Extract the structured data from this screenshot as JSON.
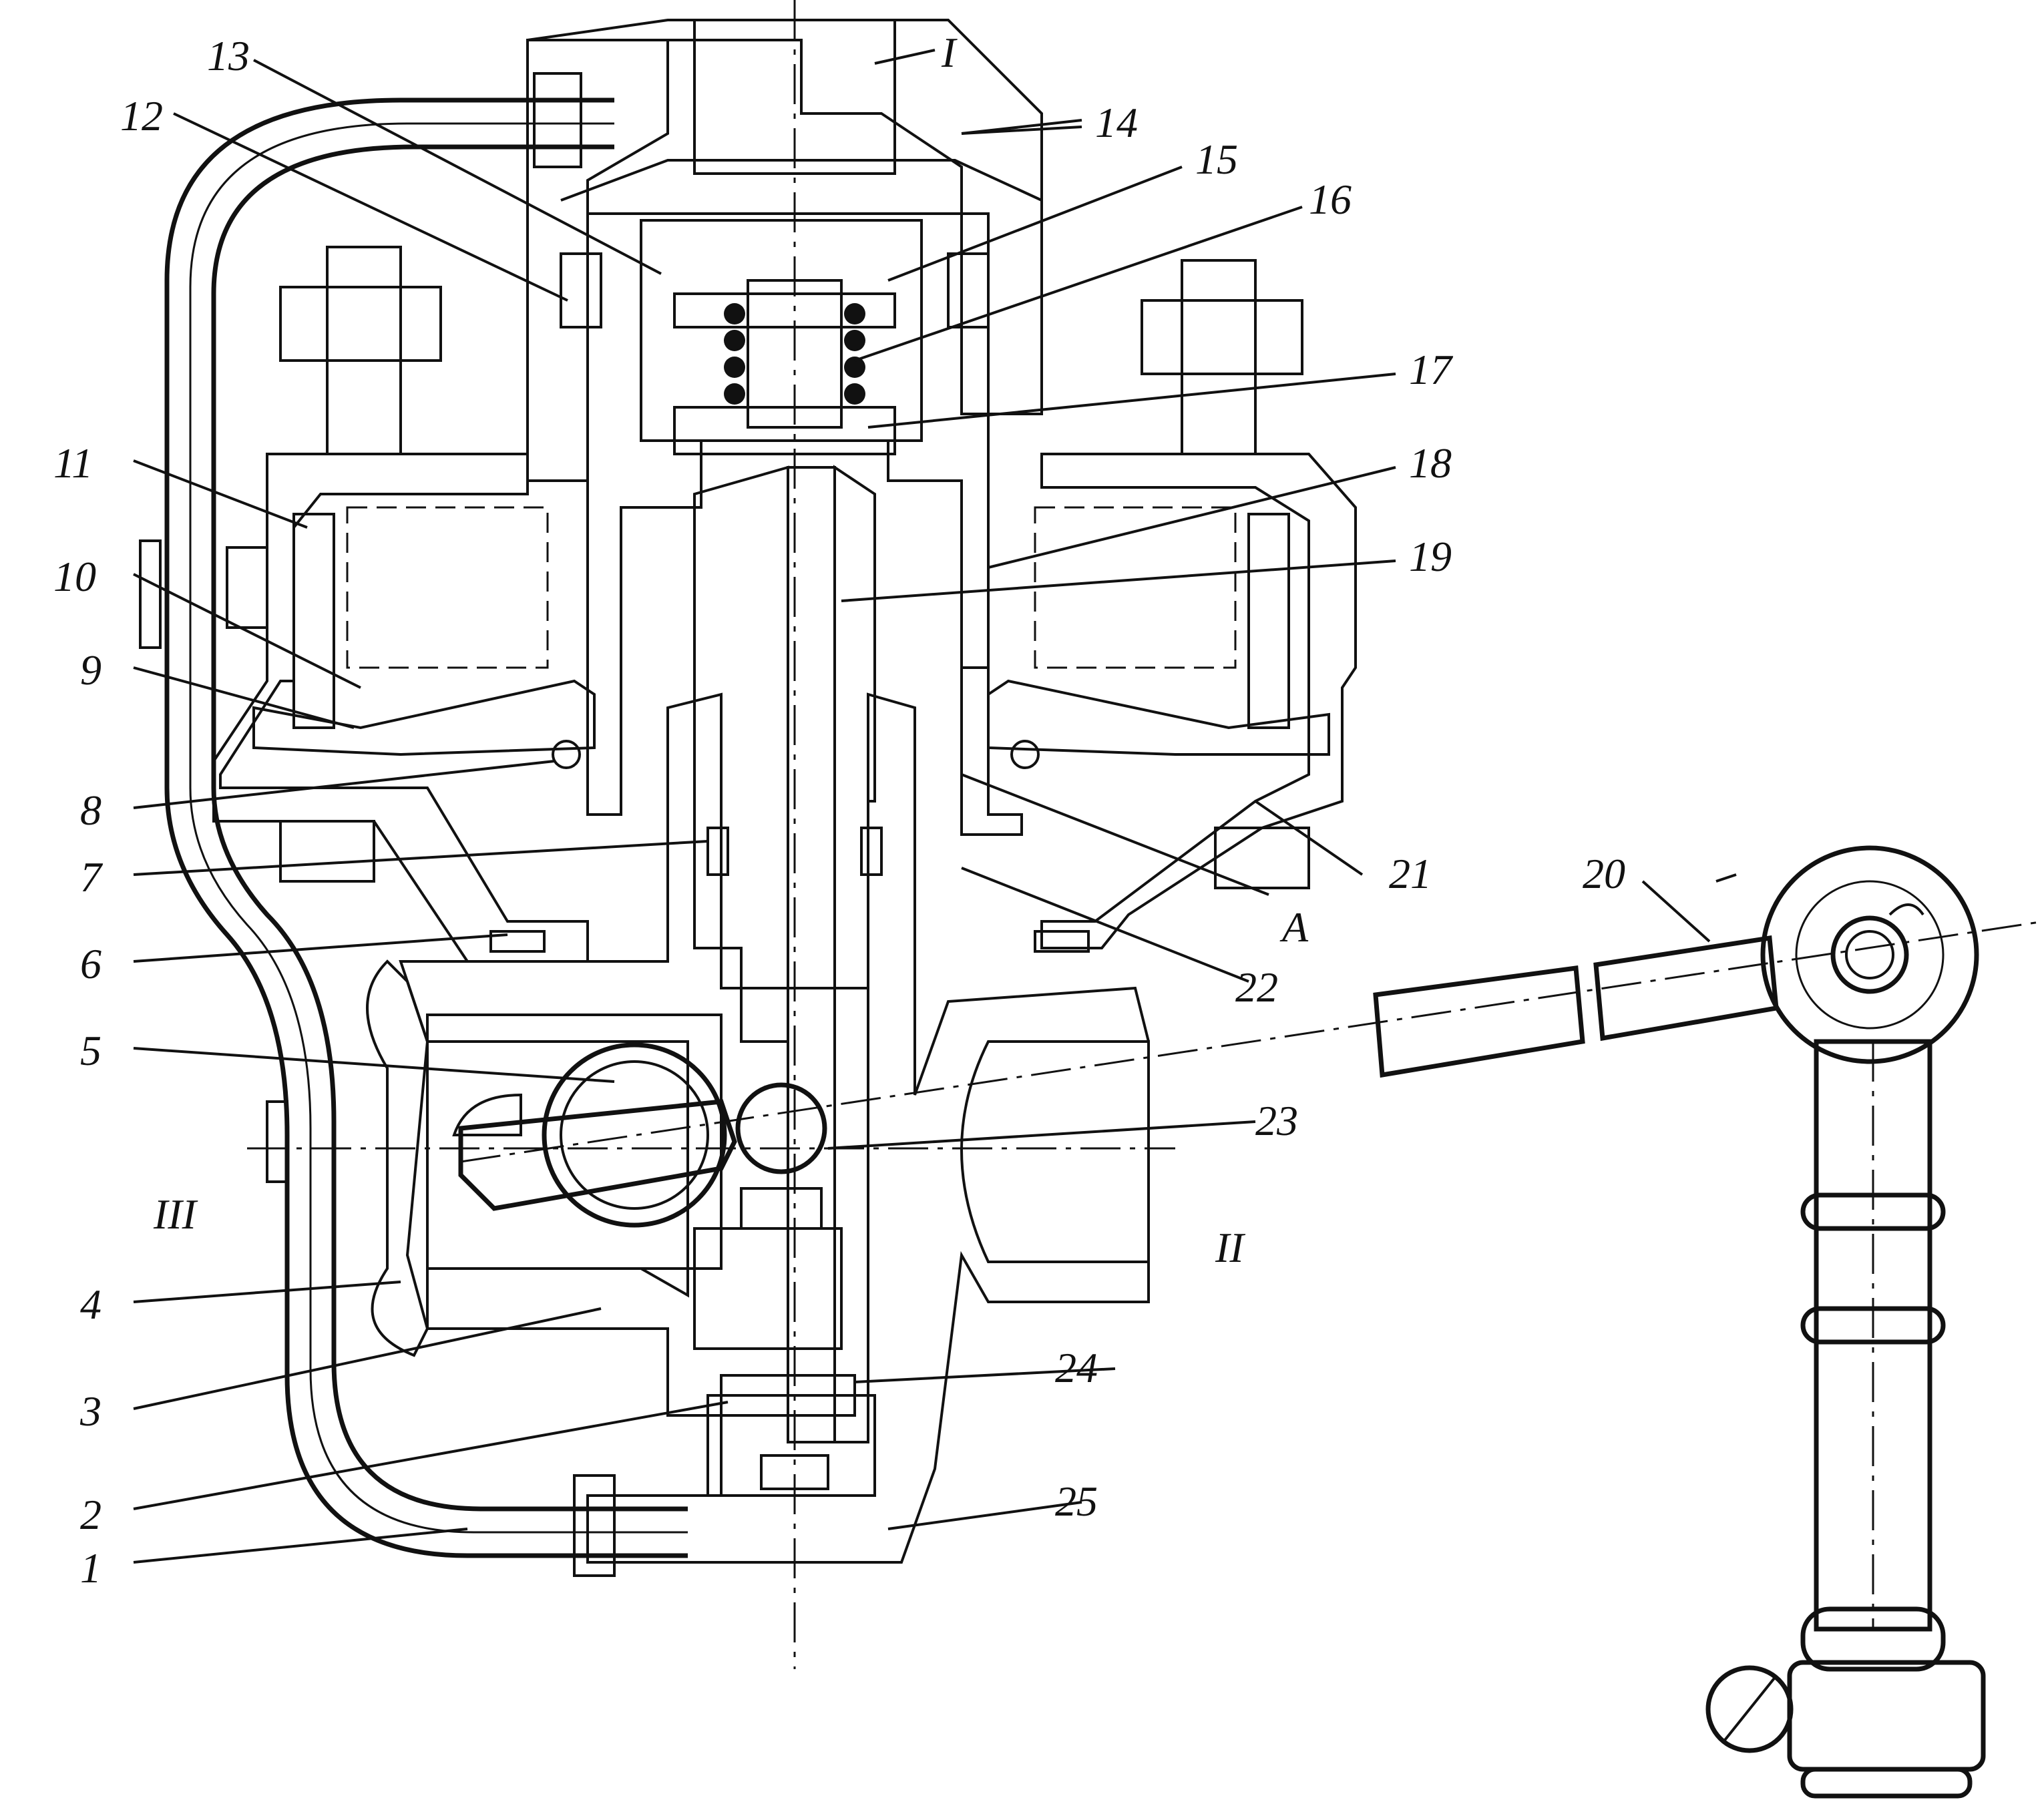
{
  "labels": {
    "l1": "1",
    "l2": "2",
    "l3": "3",
    "l4": "4",
    "l5": "5",
    "l6": "6",
    "l7": "7",
    "l8": "8",
    "l9": "9",
    "l10": "10",
    "l11": "11",
    "l12": "12",
    "l13": "13",
    "l14": "14",
    "l15": "15",
    "l16": "16",
    "l17": "17",
    "l18": "18",
    "l19": "19",
    "l20": "20",
    "l21": "21",
    "l22": "22",
    "l23": "23",
    "l24": "24",
    "l25": "25",
    "portI": "I",
    "portII": "II",
    "portIII": "III",
    "chamberA": "A"
  },
  "colors": {
    "ink": "#111111",
    "paper": "#ffffff"
  }
}
